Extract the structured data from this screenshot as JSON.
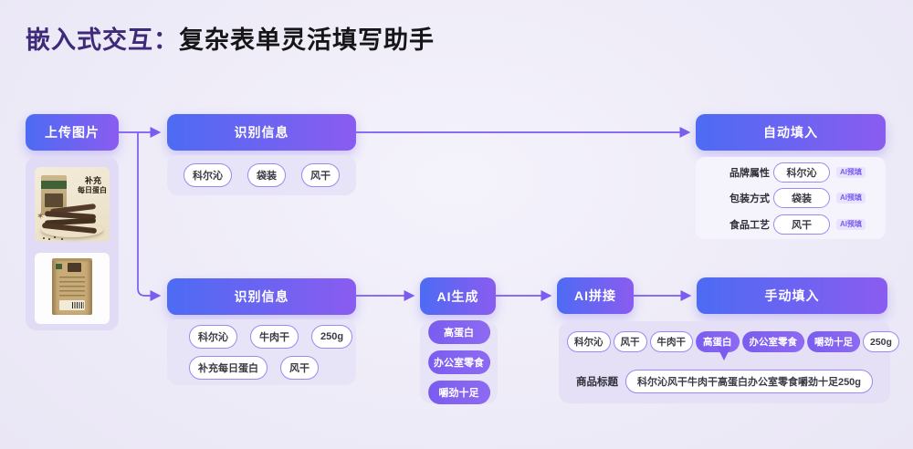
{
  "title": {
    "highlight": "嵌入式交互：",
    "rest": "复杂表单灵活填写助手"
  },
  "upload": {
    "label": "上传图片"
  },
  "gallery": {
    "image1": {
      "caption_line1": "补充",
      "caption_line2": "每日蛋白"
    }
  },
  "top_flow": {
    "recognize_label": "识别信息",
    "recognize_tags": [
      "科尔沁",
      "袋装",
      "风干"
    ],
    "autofill_label": "自动填入",
    "autofill_fields": [
      {
        "label": "品牌属性",
        "value": "科尔沁",
        "badge": "AI预填"
      },
      {
        "label": "包装方式",
        "value": "袋装",
        "badge": "AI预填"
      },
      {
        "label": "食品工艺",
        "value": "风干",
        "badge": "AI预填"
      }
    ]
  },
  "bottom_flow": {
    "recognize_label": "识别信息",
    "recognize_tags_row1": [
      "科尔沁",
      "牛肉干",
      "250g"
    ],
    "recognize_tags_row2": [
      "补充每日蛋白",
      "风干"
    ],
    "ai_generate_label": "AI生成",
    "ai_generate_tags": [
      "高蛋白",
      "办公室零食",
      "嚼劲十足"
    ],
    "ai_splice_label": "AI拼接",
    "manual_fill_label": "手动填入",
    "merged_tags": [
      {
        "text": "科尔沁",
        "filled": false
      },
      {
        "text": "风干",
        "filled": false
      },
      {
        "text": "牛肉干",
        "filled": false
      },
      {
        "text": "高蛋白",
        "filled": true
      },
      {
        "text": "办公室零食",
        "filled": true
      },
      {
        "text": "嚼劲十足",
        "filled": true
      },
      {
        "text": "250g",
        "filled": false
      }
    ],
    "result_label": "商品标题",
    "result_value": "科尔沁风干牛肉干高蛋白办公室零食嚼劲十足250g"
  },
  "colors": {
    "button_gradient_start": "#4d6bf3",
    "button_gradient_end": "#8a5cf0",
    "connector": "#7b5bf0",
    "pill_border": "#9b89f1",
    "filled_pill": "#7e62ee",
    "title_highlight": "#3e2a78",
    "card_bg": "#e8e4f7"
  }
}
